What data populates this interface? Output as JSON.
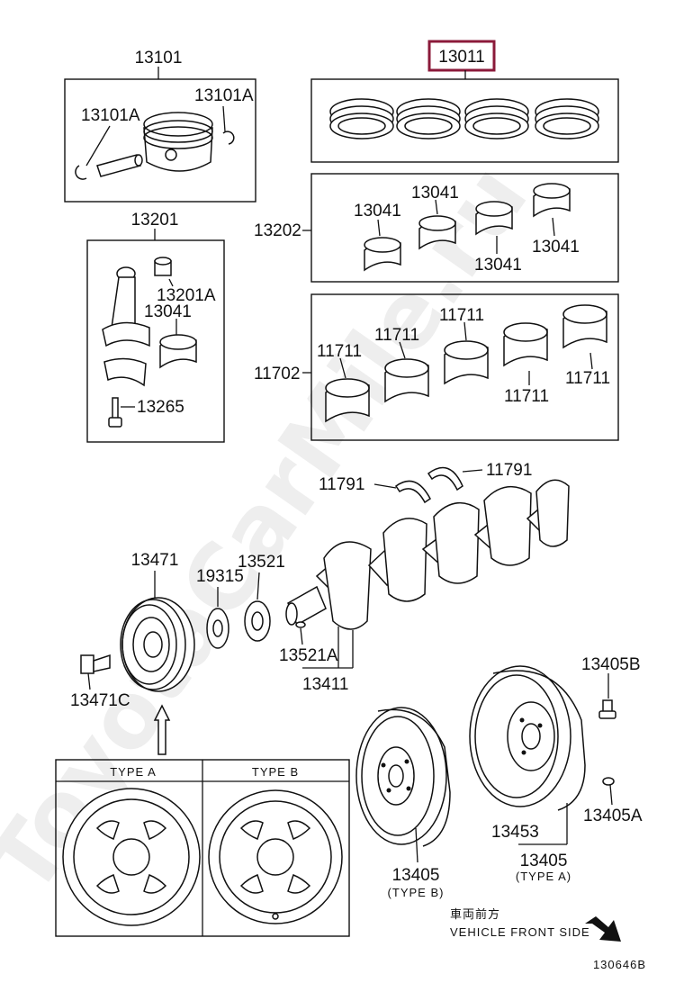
{
  "watermark": "ToyotaCarMile.ru",
  "highlight_color": "#8b1a3a",
  "labels": {
    "piston_set": "13101",
    "piston_pin_clip_left": "13101A",
    "piston_pin_clip_right": "13101A",
    "ring_set": "13011",
    "rod_bearing_set": "13202",
    "rod_bearing_1": "13041",
    "rod_bearing_2": "13041",
    "rod_bearing_3": "13041",
    "rod_bearing_4": "13041",
    "conrod_assy": "13201",
    "conrod_bushing": "13201A",
    "conrod_bearing": "13041",
    "conrod_bolt": "13265",
    "main_bearing_set": "11702",
    "main_bearing_1": "11711",
    "main_bearing_2": "11711",
    "main_bearing_3": "11711",
    "main_bearing_4": "11711",
    "main_bearing_5": "11711",
    "thrust_washer_left": "11791",
    "thrust_washer_right": "11791",
    "crank_pulley": "13471",
    "crank_pulley_bolt": "13471C",
    "timing_gear": "19315",
    "crank_gear": "13521",
    "crank_key": "13521A",
    "crankshaft": "13411",
    "flywheel_bolt": "13405B",
    "flywheel_pin": "13405A",
    "drive_plate": "13453",
    "flywheel_type_a": "13405",
    "flywheel_type_a_note": "(TYPE A)",
    "flywheel_type_b": "13405",
    "flywheel_type_b_note": "(TYPE B)"
  },
  "pulley_types": {
    "type_a": "TYPE A",
    "type_b": "TYPE B"
  },
  "direction": {
    "jp": "車両前方",
    "en": "VEHICLE FRONT SIDE"
  },
  "figure_id": "130646B"
}
